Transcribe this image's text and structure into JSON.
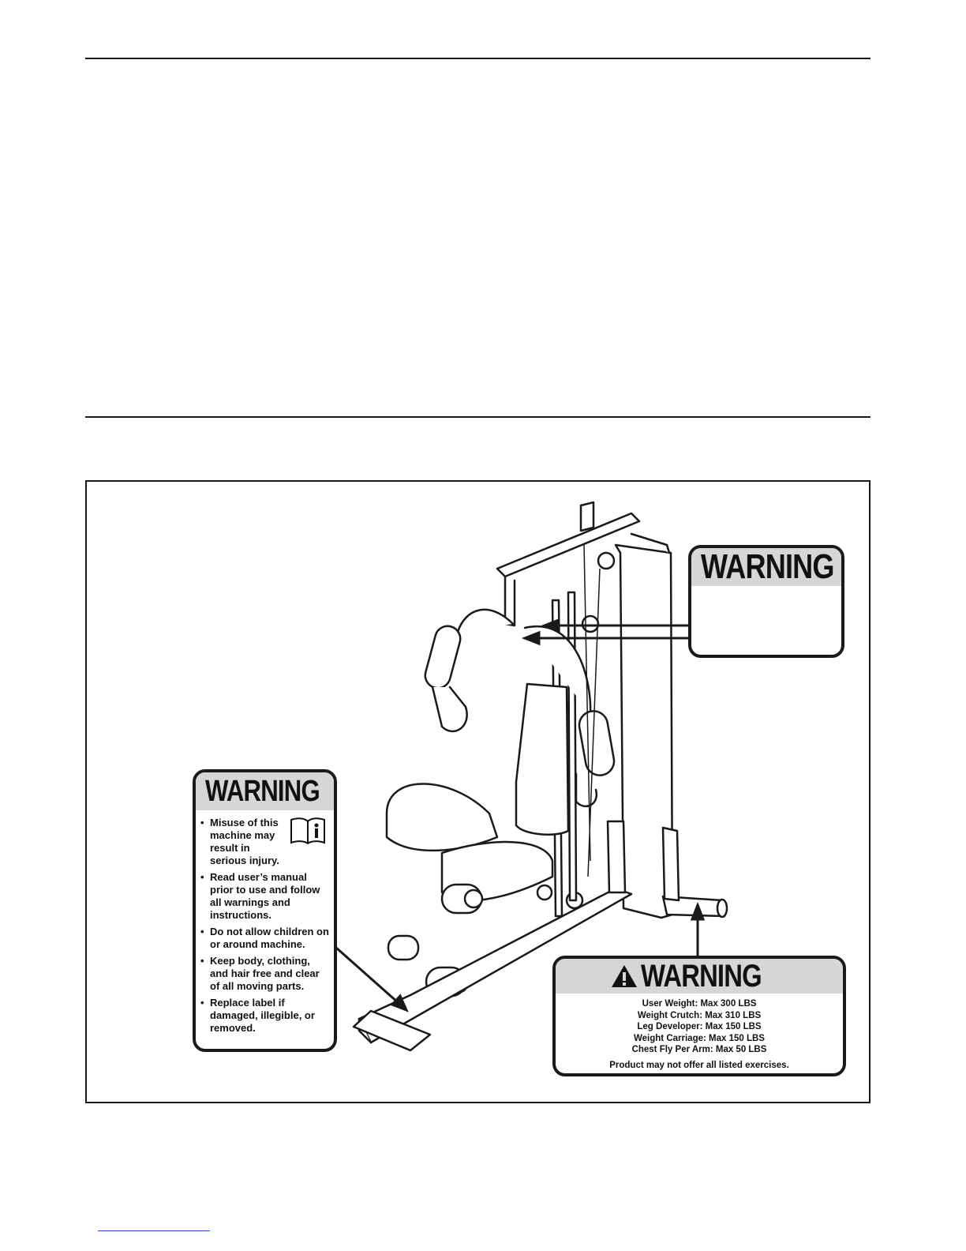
{
  "labels": {
    "top": {
      "title": "WARNING"
    },
    "left": {
      "title": "WARNING",
      "items": [
        "Misuse of this machine may result in serious injury.",
        "Read user’s manual prior to use and follow all warnings and instructions.",
        "Do not allow children on or around machine.",
        "Keep body, clothing, and hair free and clear of all moving parts.",
        "Replace label if damaged, illegible, or removed."
      ]
    },
    "bottom": {
      "title": "WARNING",
      "limits": [
        "User Weight: Max 300 LBS",
        "Weight Crutch: Max 310 LBS",
        "Leg Developer: Max 150 LBS",
        "Weight Carriage: Max 150 LBS",
        "Chest Fly Per Arm: Max 50 LBS"
      ],
      "note": "Product may not offer all listed exercises."
    }
  },
  "icons": [
    "warning-triangle-icon",
    "manual-info-icon"
  ],
  "colors": {
    "label_header": "#d6d6d6",
    "rule": "#1a1a1a",
    "footer_link": "#2b3fd0"
  }
}
